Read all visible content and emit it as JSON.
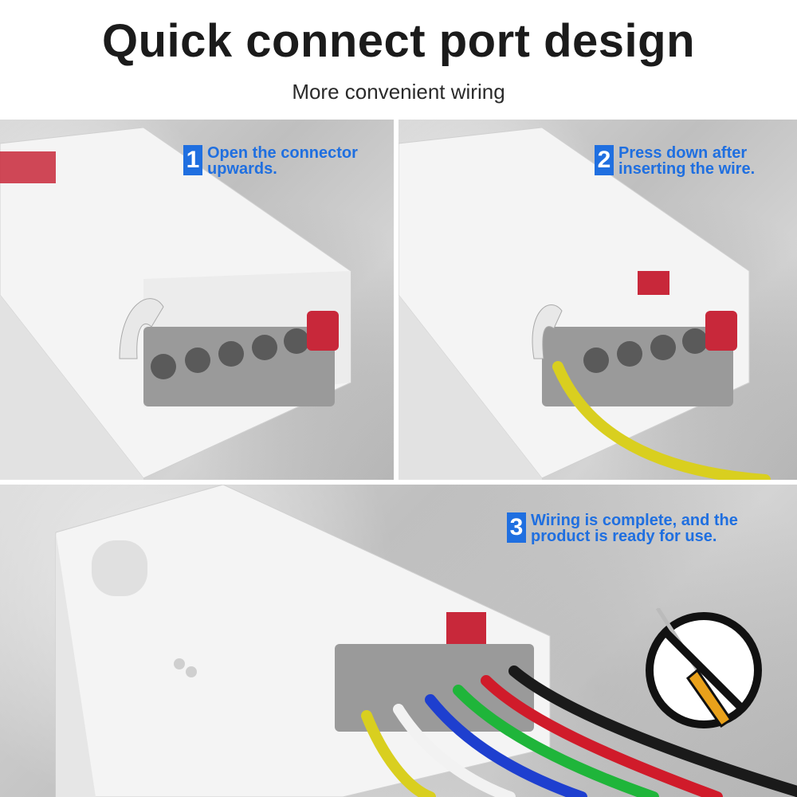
{
  "title": "Quick connect port design",
  "subtitle": "More convenient wiring",
  "steps": [
    {
      "number": "1",
      "text": "Open the connector\nupwards."
    },
    {
      "number": "2",
      "text": "Press down after\ninserting the wire."
    },
    {
      "number": "3",
      "text": "Wiring is complete, and the\nproduct is ready for use."
    }
  ],
  "colors": {
    "accent": "#1f6fe0",
    "wire_yellow": "#d9cf1f",
    "wire_white": "#f2f2f2",
    "wire_blue": "#1e3fcf",
    "wire_green": "#1fb53a",
    "wire_red": "#d01b2a",
    "wire_black": "#1a1a1a",
    "release_tab": "#c8283a"
  },
  "icons": [
    "no-screwdriver-icon"
  ]
}
